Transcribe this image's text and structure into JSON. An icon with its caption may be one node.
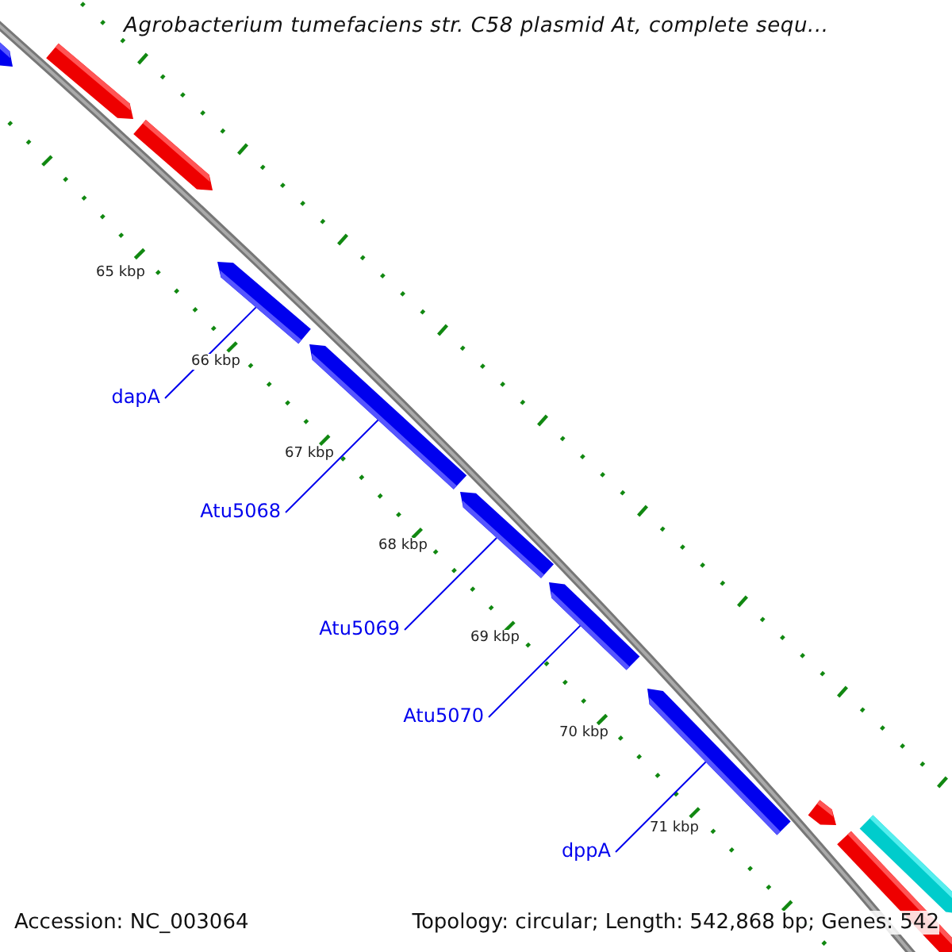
{
  "diagram": {
    "title": "Agrobacterium tumefaciens str. C58 plasmid At, complete sequ...",
    "nodes": [
      {
        "text": [],
        "shape": "bar"
      },
      {
        "text": [],
        "shape": "bar"
      },
      {
        "text": [],
        "shape": "bar"
      },
      {
        "text": [],
        "shape": "bar"
      },
      {
        "text": [],
        "shape": "bar"
      },
      {
        "text": [
          "dapA"
        ]
      },
      {
        "text": [
          "Atu5068"
        ]
      },
      {
        "text": [
          "Atu5069"
        ]
      },
      {
        "text": [
          "Atu5070"
        ]
      },
      {
        "text": [
          "dppA"
        ]
      }
    ],
    "edges": [
      {
        "from": 5,
        "to": 0,
        "arrow": "none"
      },
      {
        "from": 6,
        "to": 1,
        "arrow": "none"
      },
      {
        "from": 7,
        "to": 2,
        "arrow": "none"
      },
      {
        "from": 8,
        "to": 3,
        "arrow": "none"
      },
      {
        "from": 9,
        "to": 4,
        "arrow": "none"
      }
    ],
    "labels": [
      "65 kbp",
      "66 kbp",
      "67 kbp",
      "68 kbp",
      "69 kbp",
      "70 kbp",
      "71 kbp",
      "Accession: NC_003064",
      "Topology: circular; Length: 542,868 bp; Genes: 542"
    ]
  }
}
